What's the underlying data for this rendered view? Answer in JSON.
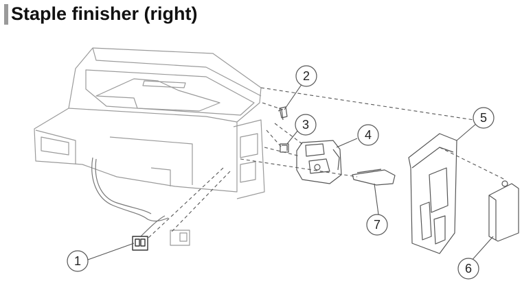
{
  "title": "Staple finisher (right)",
  "callouts": [
    {
      "id": "1",
      "label": "1"
    },
    {
      "id": "2",
      "label": "2"
    },
    {
      "id": "3",
      "label": "3"
    },
    {
      "id": "4",
      "label": "4"
    },
    {
      "id": "5",
      "label": "5"
    },
    {
      "id": "6",
      "label": "6"
    },
    {
      "id": "7",
      "label": "7"
    }
  ],
  "colors": {
    "line": "#8a8a8a",
    "dark": "#333333",
    "callout": "#555555"
  }
}
